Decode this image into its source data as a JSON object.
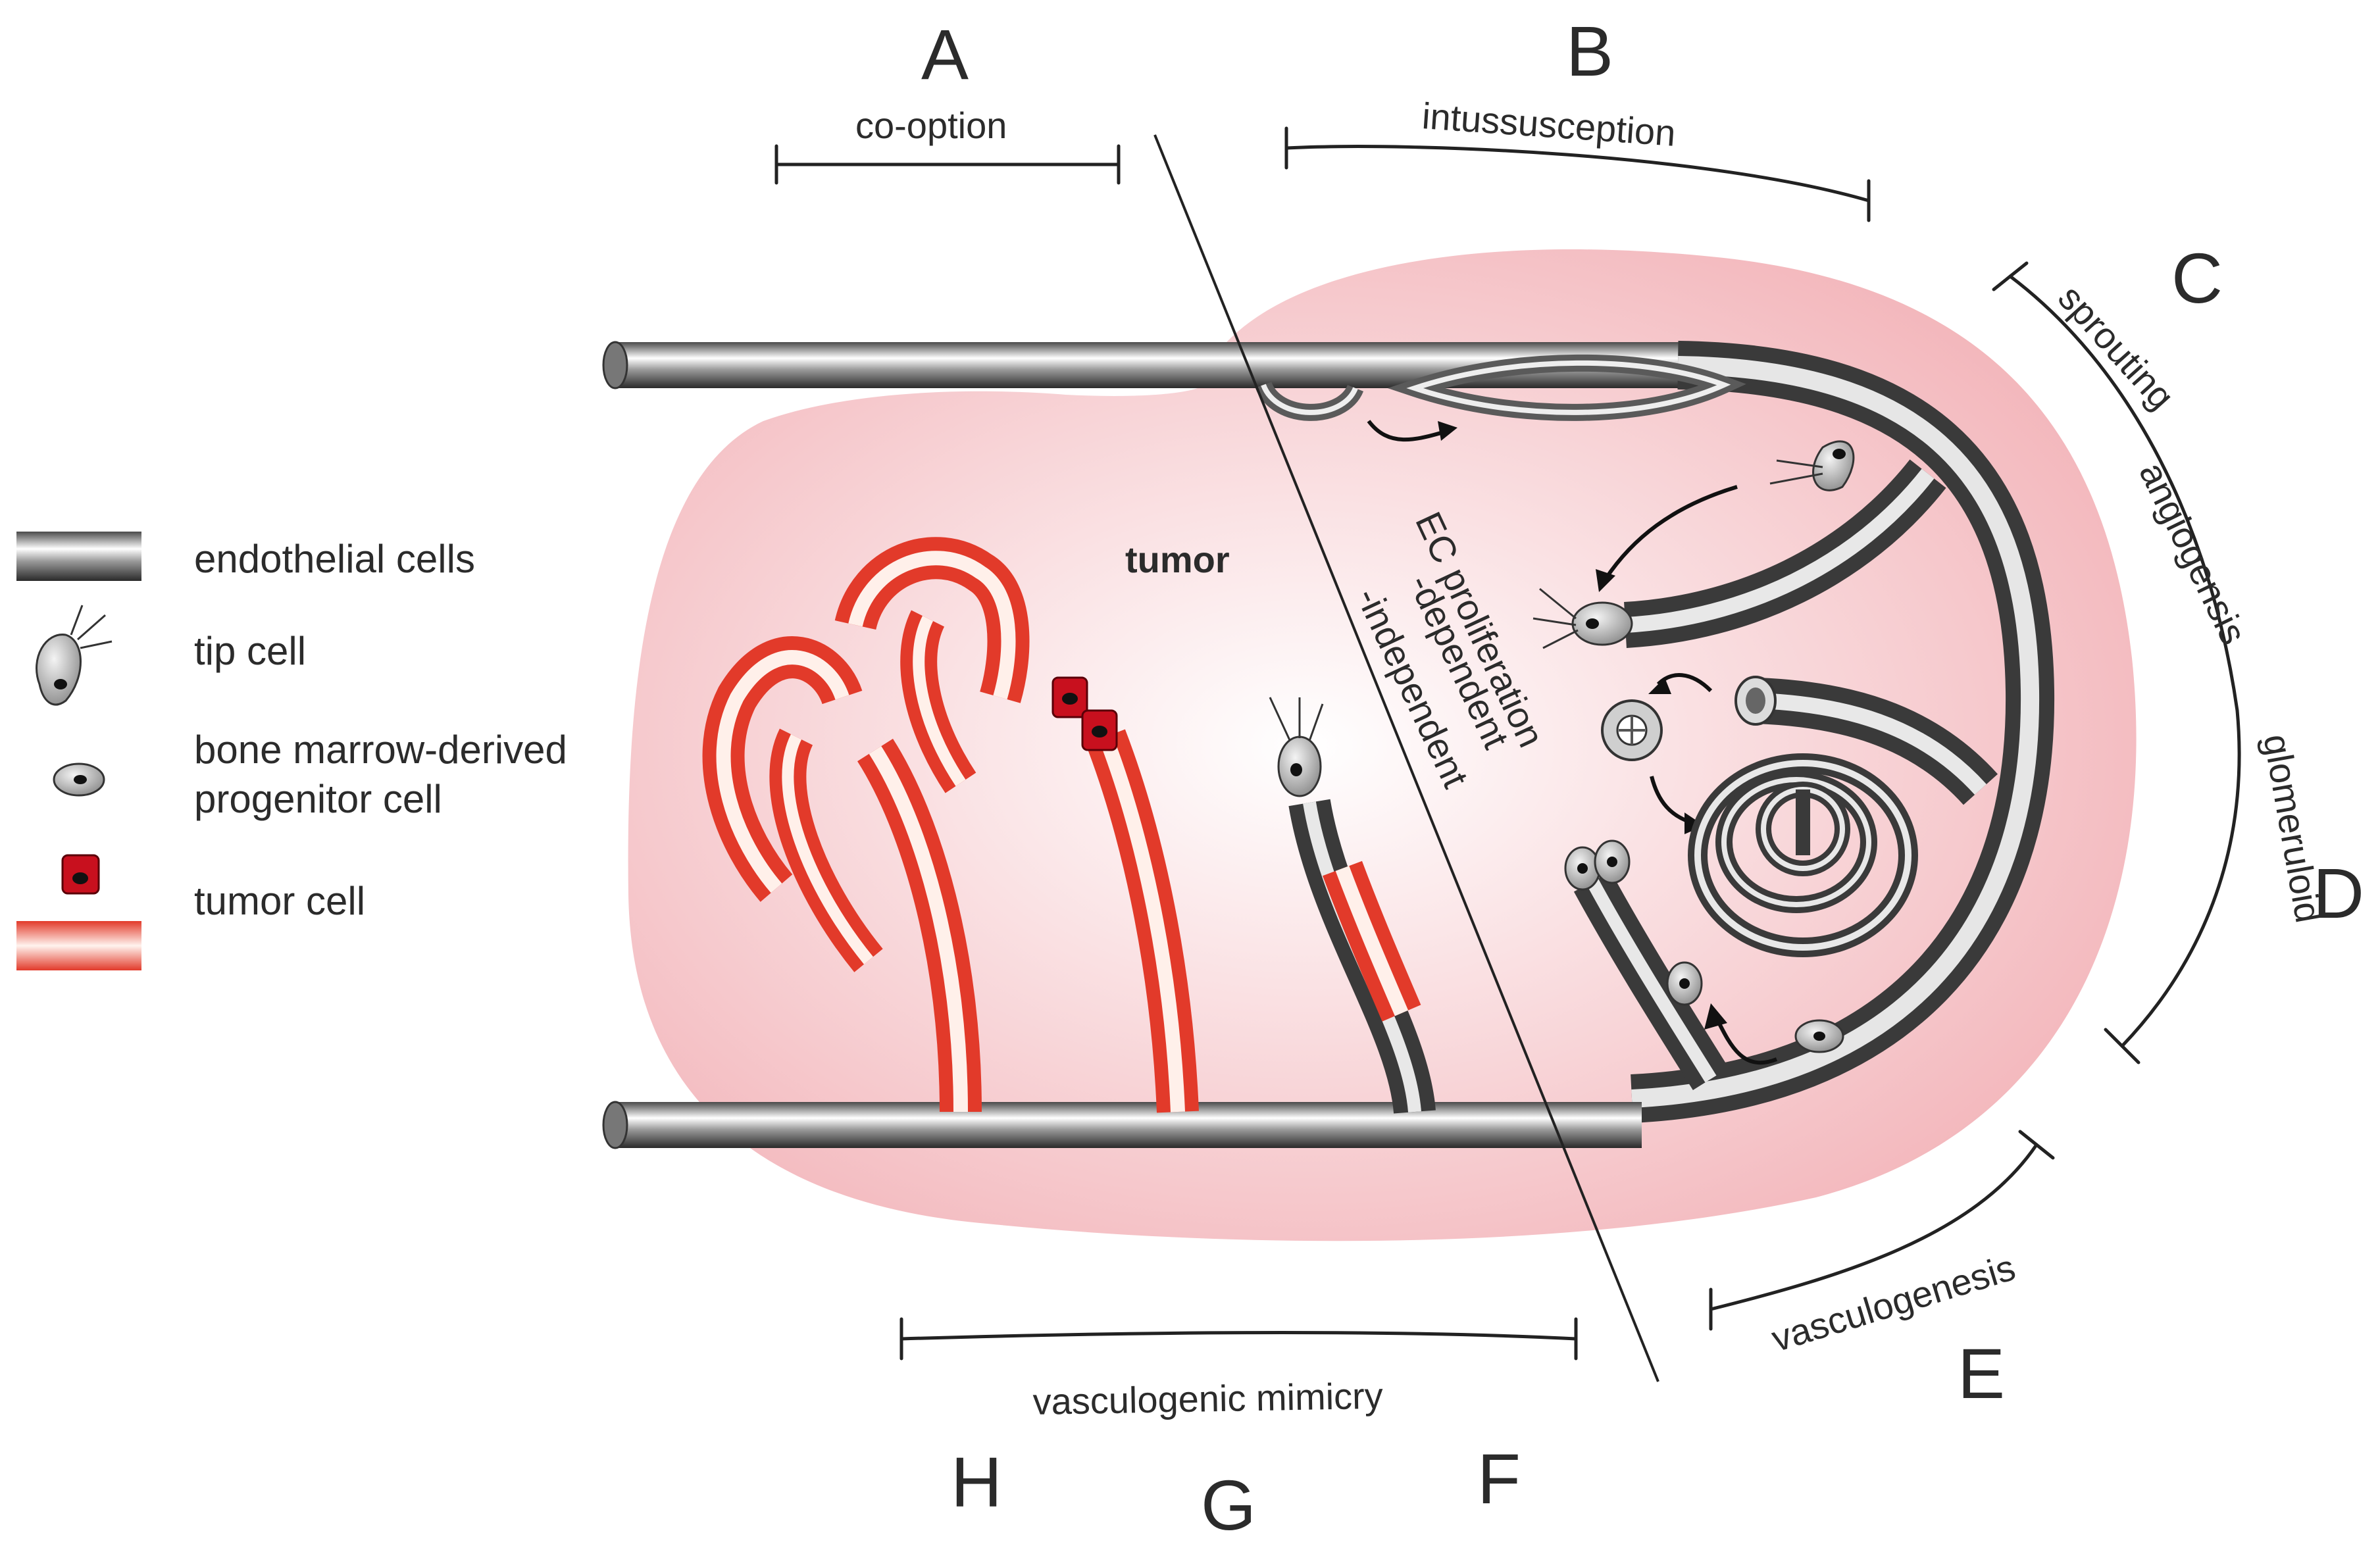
{
  "letters": {
    "a": "A",
    "b": "B",
    "c": "C",
    "d": "D",
    "e": "E",
    "f": "F",
    "g": "G",
    "h": "H"
  },
  "mechanisms": {
    "co_option": "co-option",
    "intussusception": "intussusception",
    "sprouting": "sprouting",
    "angiogensis": "angiogensis",
    "glomeruloid": "glomeruloid",
    "vasculogenesis": "vasculogenesis",
    "vasculogenic_mimicry": "vasculogenic mimicry"
  },
  "divider": {
    "line1": "EC proliferation",
    "line2": "-dependent",
    "line3": "-independent"
  },
  "tumor_label": "tumor",
  "legend": [
    {
      "icon": "endothelial-tube-icon",
      "label_lines": [
        "endothelial cells"
      ]
    },
    {
      "icon": "tip-cell-icon",
      "label_lines": [
        "tip cell"
      ]
    },
    {
      "icon": "progenitor-cell-icon",
      "label_lines": [
        "bone marrow-derived",
        "progenitor cell"
      ]
    },
    {
      "icon": "tumor-cell-icon",
      "label_lines": [
        "tumor cell"
      ]
    }
  ],
  "colors": {
    "tumor_fill": "#f6c9cc",
    "vessel_gray": "#8a8a8a",
    "tumor_vessel_red": "#e23a2a",
    "tumor_cell_red": "#c8101e"
  }
}
